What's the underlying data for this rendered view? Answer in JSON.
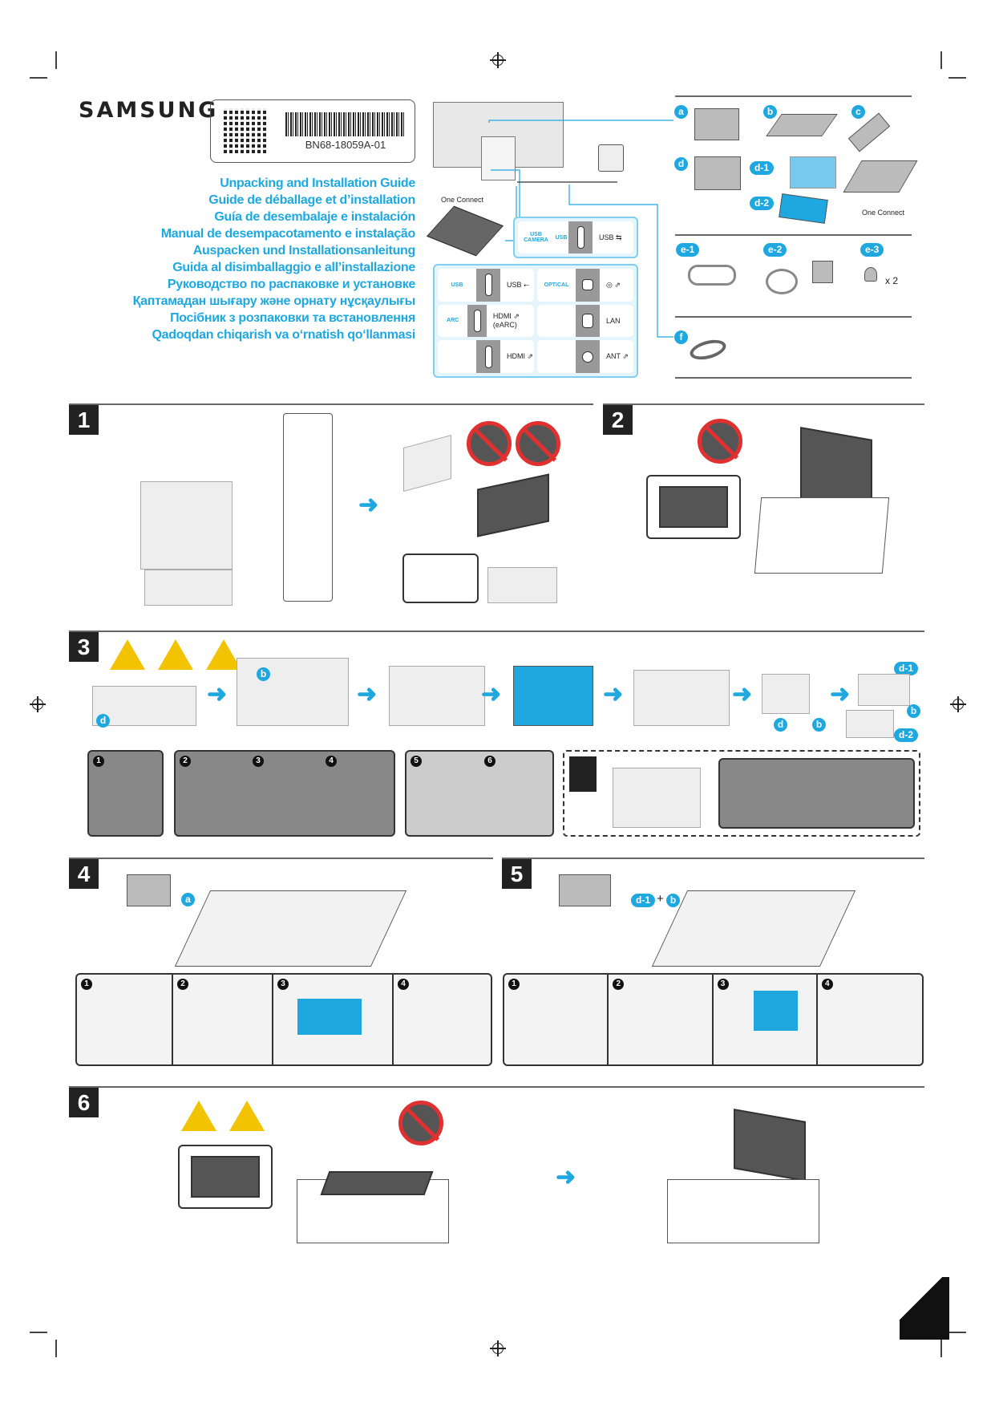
{
  "brand": "SAMSUNG",
  "part_number": "BN68-18059A-01",
  "titles": [
    "Unpacking and Installation Guide",
    "Guide de déballage et d’installation",
    "Guía de desembalaje e instalación",
    "Manual de desempacotamento e instalação",
    "Auspacken und Installationsanleitung",
    "Guida al disimballaggio e all’installazione",
    "Руководство по распаковке и установке",
    "Қаптамадан шығару және орнату нұсқаулығы",
    "Посібник з розпаковки та встановлення",
    "Qadoqdan chiqarish va o‘rnatish qo‘llanmasi"
  ],
  "diagram": {
    "one_connect_label": "One Connect",
    "top_ports": {
      "usb_camera": "USB CAMERA",
      "usb": "USB",
      "port_label": "USB ⇆"
    },
    "ports": [
      {
        "icon_label": "USB",
        "port_label": "USB ⭠"
      },
      {
        "icon_label": "OPTICAL",
        "port_label": "◎ ⇗"
      },
      {
        "icon_label": "ARC",
        "port_label": "HDMI ⇗ (eARC)"
      },
      {
        "icon_label": "",
        "port_label": "LAN"
      },
      {
        "icon_label": "",
        "port_label": "HDMI ⇗"
      },
      {
        "icon_label": "",
        "port_label": "ANT ⇗"
      }
    ]
  },
  "accessories": {
    "a": "a",
    "b": "b",
    "c": "c",
    "d": "d",
    "d1": "d-1",
    "d2": "d-2",
    "one_connect_label": "One Connect",
    "e1": "e-1",
    "e2": "e-2",
    "e3": "e-3",
    "e3_qty": "x 2",
    "f": "f"
  },
  "steps": {
    "s1": "1",
    "s2": "2",
    "s3": "3",
    "s4": "4",
    "s5": "5",
    "s6": "6",
    "s3_sub": [
      "1",
      "2",
      "3",
      "4",
      "5",
      "6"
    ],
    "s3_labels": {
      "b": "b",
      "d": "d",
      "d1": "d-1",
      "d2": "d-2"
    },
    "s4_part": "a",
    "s4_sub": [
      "1",
      "2",
      "3",
      "4"
    ],
    "s5_part": "d-1",
    "s5_part2": "b",
    "s5_plus": "+",
    "s5_sub": [
      "1",
      "2",
      "3",
      "4"
    ]
  },
  "colors": {
    "accent": "#1fa8e0",
    "prohibit": "#e03030",
    "warning": "#f2c300"
  }
}
